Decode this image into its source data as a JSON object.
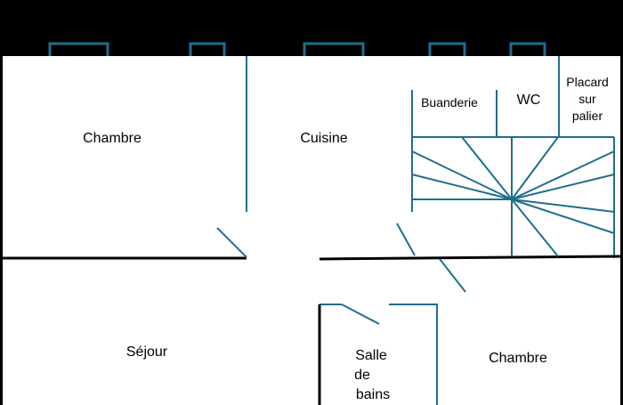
{
  "colors": {
    "background": "#000000",
    "floor": "#ffffff",
    "wall_blue": "#1f6e8c",
    "wall_black": "#000000"
  },
  "rooms": {
    "chambre_1": "Chambre",
    "cuisine": "Cuisine",
    "buanderie": "Buanderie",
    "wc": "WC",
    "placard_line1": "Placard",
    "placard_line2": "sur",
    "placard_line3": "palier",
    "sejour": "Séjour",
    "salle_line1": "Salle",
    "salle_line2": "de",
    "salle_line3": "bains",
    "chambre_2": "Chambre"
  }
}
